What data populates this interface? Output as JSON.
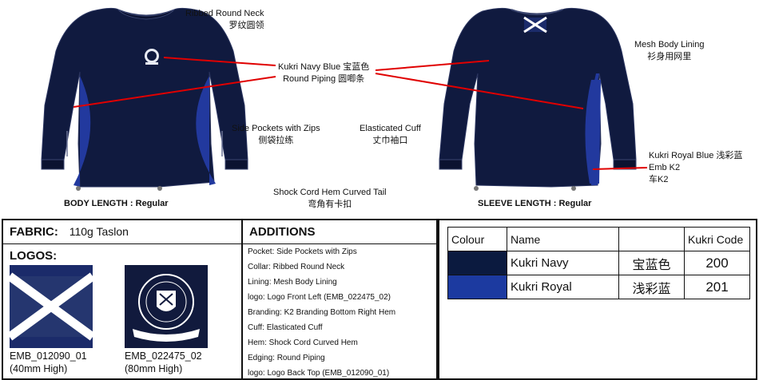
{
  "callouts": {
    "neck": [
      "Ribbed Round Neck",
      "罗纹圆领"
    ],
    "mesh": [
      "Mesh Body Lining",
      "衫身用网里"
    ],
    "navy_piping": [
      "Kukri Navy Blue  宝蓝色",
      "Round Piping  圆唧条"
    ],
    "pockets": [
      "Side Pockets with Zips",
      "侧袋拉练"
    ],
    "cuff": [
      "Elasticated Cuff",
      "丈巾袖口"
    ],
    "royal": [
      "Kukri Royal Blue  浅彩蓝",
      "Emb K2",
      "车K2"
    ],
    "hem": [
      "Shock Cord Hem Curved Tail",
      "弯角有卡扣"
    ],
    "body_length": "BODY LENGTH : Regular",
    "sleeve_length": "SLEEVE LENGTH : Regular"
  },
  "fabric": {
    "label": "FABRIC:",
    "value": "110g Taslon"
  },
  "logos": {
    "title": "LOGOS:",
    "items": [
      {
        "code": "EMB_012090_01",
        "size": "(40mm High)",
        "icon": "saltire-flag-icon"
      },
      {
        "code": "EMB_022475_02",
        "size": "(80mm High)",
        "icon": "crest-icon"
      }
    ]
  },
  "additions": {
    "title": "ADDITIONS",
    "items": [
      "Pocket: Side Pockets with Zips",
      "Collar: Ribbed Round Neck",
      "Lining: Mesh Body Lining",
      "logo: Logo Front Left (EMB_022475_02)",
      "Branding: K2 Branding Bottom Right Hem",
      "Cuff: Elasticated Cuff",
      "Hem: Shock Cord Curved Hem",
      "Edging: Round Piping",
      "logo: Logo Back Top (EMB_012090_01)"
    ]
  },
  "colours": {
    "headers": [
      "Colour",
      "Name",
      "",
      "Kukri Code"
    ],
    "rows": [
      {
        "hex": "#0b1a3f",
        "name": "Kukri Navy",
        "cn": "宝蓝色",
        "code": "200"
      },
      {
        "hex": "#1c3aa0",
        "name": "Kukri Royal",
        "cn": "浅彩蓝",
        "code": "201"
      }
    ]
  }
}
